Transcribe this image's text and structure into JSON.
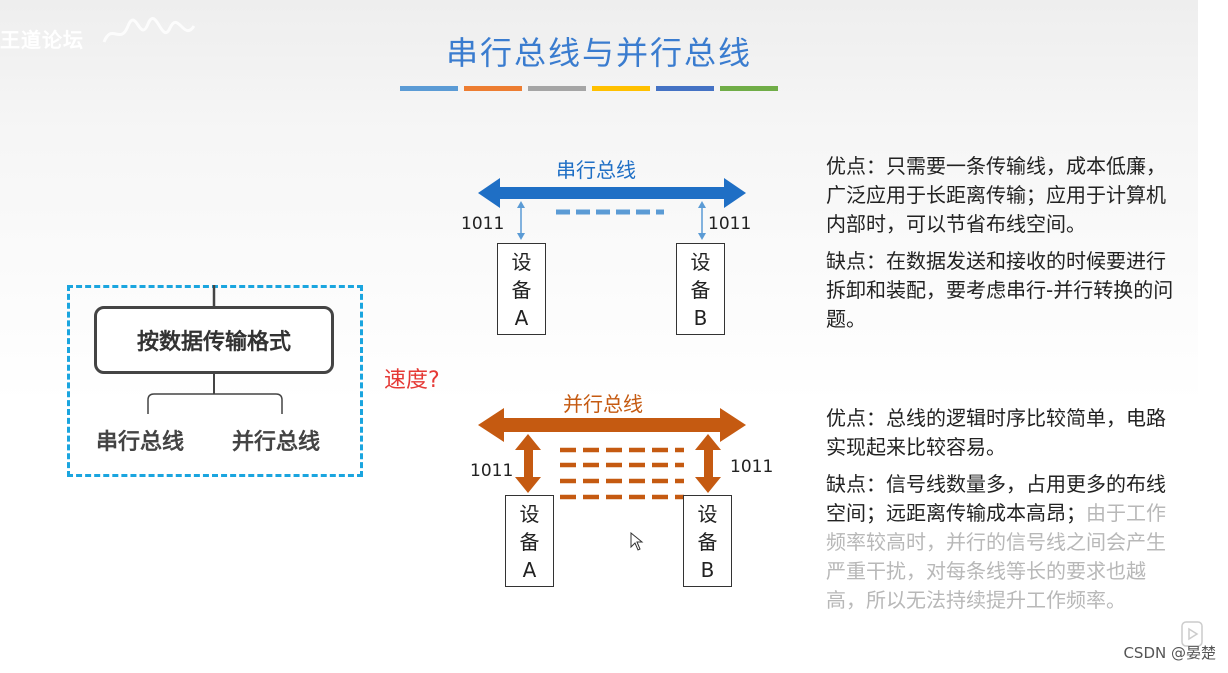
{
  "logo": {
    "text": "王道论坛"
  },
  "title": "串行总线与并行总线",
  "stripe_colors": [
    "#5b9bd5",
    "#ed7d31",
    "#a5a5a5",
    "#ffc000",
    "#4472c4",
    "#70ad47"
  ],
  "colors": {
    "serial": "#1f6fc5",
    "parallel": "#c55a11",
    "speed": "#e53935",
    "dashed_box": "#1aa5df"
  },
  "classification": {
    "node": "按数据传输格式",
    "children": [
      "串行总线",
      "并行总线"
    ],
    "question": "速度?"
  },
  "serial": {
    "label": "串行总线",
    "left_bits": "1011",
    "right_bits": "1011",
    "device_a": {
      "line1": "设",
      "line2": "备",
      "line3": "A"
    },
    "device_b": {
      "line1": "设",
      "line2": "备",
      "line3": "B"
    }
  },
  "parallel": {
    "label": "并行总线",
    "left_bits": "1011",
    "right_bits": "1011",
    "device_a": {
      "line1": "设",
      "line2": "备",
      "line3": "A"
    },
    "device_b": {
      "line1": "设",
      "line2": "备",
      "line3": "B"
    }
  },
  "serial_text": {
    "pros": "优点：只需要一条传输线，成本低廉，广泛应用于长距离传输；应用于计算机内部时，可以节省布线空间。",
    "cons": "缺点：在数据发送和接收的时候要进行拆卸和装配，要考虑串行-并行转换的问题。"
  },
  "parallel_text": {
    "pros": "优点：总线的逻辑时序比较简单，电路实现起来比较容易。",
    "cons_dark": "缺点：信号线数量多，占用更多的布线空间；远距离传输成本高昂；",
    "cons_faded": "由于工作频率较高时，并行的信号线之间会产生严重干扰，对每条线等长的要求也越高，所以无法持续提升工作频率。"
  },
  "watermark": "CSDN @晏楚"
}
